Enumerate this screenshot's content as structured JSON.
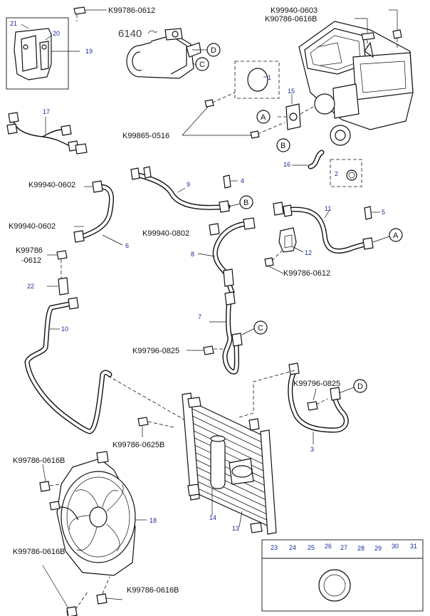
{
  "catalog_ref": "6140",
  "part_codes": {
    "k99786_0612_top": "K99786-0612",
    "k99940_0603": "K99940-0603",
    "k90786_0616b": "K90786-0616B",
    "k99865_0516": "K99865-0516",
    "k99940_0602_a": "K99940-0602",
    "k99940_0602_b": "K99940-0602",
    "k99940_0802": "K99940-0802",
    "k99786_0612_mid_1": "K99786",
    "k99786_0612_mid_2": "-0612",
    "k99786_0612_right": "K99786-0612",
    "k99796_0825_a": "K99796-0825",
    "k99796_0825_b": "K99796-0825",
    "k99786_0625b": "K99786-0625B",
    "k99786_0616b_a": "K99786-0616B",
    "k99786_0616b_b": "K99786-0616B",
    "k99786_0616b_c": "K99786-0616B"
  },
  "ref_numbers": {
    "n1": "1",
    "n2": "2",
    "n3": "3",
    "n4": "4",
    "n5": "5",
    "n6": "6",
    "n7": "7",
    "n8": "8",
    "n9": "9",
    "n10": "10",
    "n11": "11",
    "n12": "12",
    "n13": "13",
    "n14": "14",
    "n15": "15",
    "n16": "16",
    "n17": "17",
    "n18": "18",
    "n19": "19",
    "n20": "20",
    "n21": "21",
    "n22": "22"
  },
  "connectors": {
    "a1": "A",
    "a2": "A",
    "b1": "B",
    "b2": "B",
    "c1": "C",
    "c2": "C",
    "d1": "D",
    "d2": "D"
  },
  "oring_kit": [
    "23",
    "24",
    "25",
    "26",
    "27",
    "28",
    "29",
    "30",
    "31"
  ]
}
